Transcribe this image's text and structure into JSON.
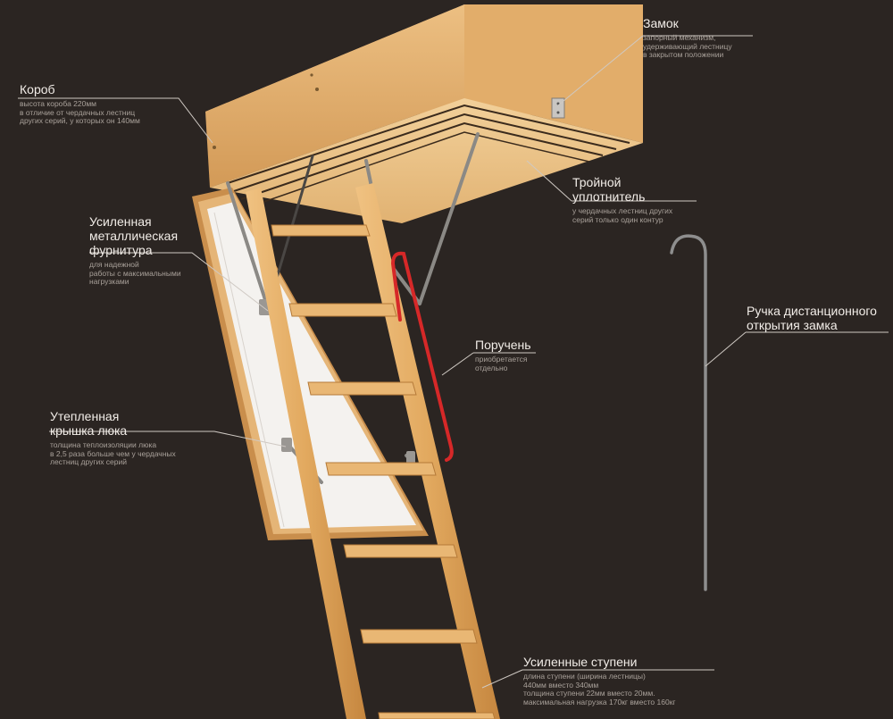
{
  "colors": {
    "background": "#2b2522",
    "wood_light": "#e8b878",
    "wood_mid": "#d9a15d",
    "wood_dark": "#b87d3e",
    "insulation": "#f3f1ee",
    "metal": "#8f8f8f",
    "handrail": "#d62828",
    "leader_line": "#cfc9c3"
  },
  "labels": {
    "lock": {
      "title": "Замок",
      "desc": "запорный механизм,\nудерживающий лестницу\nв закрытом положении"
    },
    "box": {
      "title": "Короб",
      "desc": "высота короба 220мм\nв отличие от чердачных лестниц\nдругих серий, у которых он 140мм"
    },
    "seal": {
      "title": "Тройной\nуплотнитель",
      "desc": "у чердачных лестниц других\nсерий только один контур"
    },
    "hardware": {
      "title": "Усиленная\nметаллическая\nфурнитура",
      "desc": "для надежной\nработы с максимальными\nнагрузками"
    },
    "remote_handle": {
      "title": "Ручка дистанционного\nоткрытия замка",
      "desc": ""
    },
    "handrail": {
      "title": "Поручень",
      "desc": "приобретается\nотдельно"
    },
    "hatch": {
      "title": "Утепленная\nкрышка люка",
      "desc": "толщина теплоизоляции люка\nв 2,5 раза больше чем у чердачных\nлестниц других серий"
    },
    "steps": {
      "title": "Усиленные ступени",
      "desc": "длина ступени (ширина лестницы)\n440мм вместо 340мм\nтолщина ступени 22мм вместо 20мм.\nмаксимальная нагрузка 170кг вместо 160кг"
    }
  }
}
